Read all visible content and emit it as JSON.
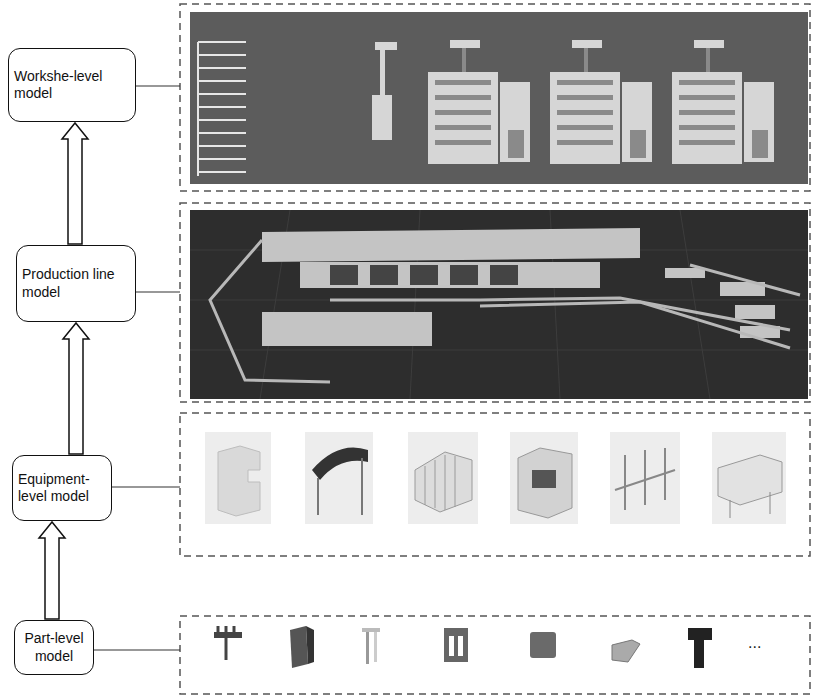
{
  "diagram": {
    "nodes": [
      {
        "text": [
          "Workshe-level model"
        ]
      },
      {
        "text": [
          "Production line model"
        ]
      },
      {
        "text": [
          "Equipment-level model"
        ]
      },
      {
        "text": [
          "Part-level model"
        ]
      }
    ],
    "edges": [
      {
        "from": 3,
        "to": 2,
        "arrow": "to"
      },
      {
        "from": 2,
        "to": 1,
        "arrow": "to"
      },
      {
        "from": 1,
        "to": 0,
        "arrow": "to"
      }
    ],
    "labels": [
      "..."
    ]
  }
}
